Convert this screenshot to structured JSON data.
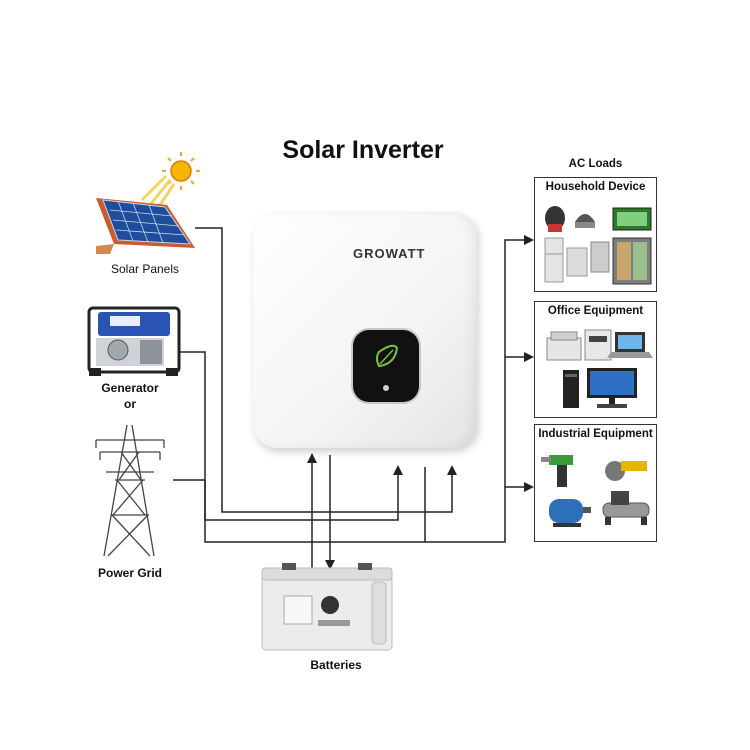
{
  "title": "Solar Inverter",
  "inverter_brand": "GROWATT",
  "sources": {
    "solar_label": "Solar Panels",
    "generator_label": "Generator",
    "or_label": "or",
    "grid_label": "Power Grid"
  },
  "batteries_label": "Batteries",
  "loads": {
    "heading": "AC Loads",
    "household": "Household Device",
    "office": "Office Equipment",
    "industrial": "Industrial Equipment"
  },
  "colors": {
    "line": "#222222",
    "inverter_body": "#f7f7f7",
    "growatt_green": "#7cc242",
    "sun": "#f5a623"
  }
}
